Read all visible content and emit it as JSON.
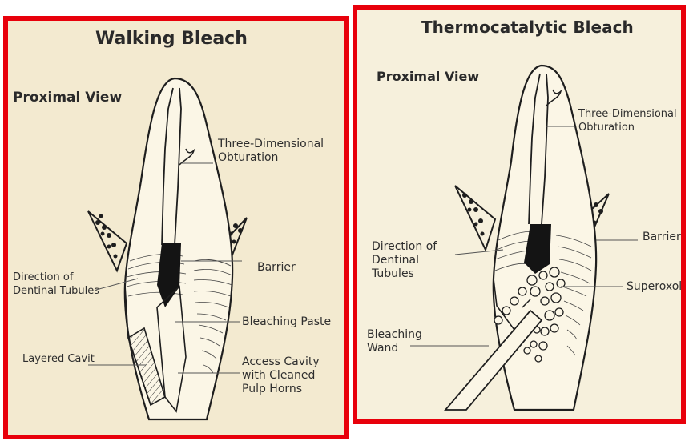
{
  "panels": [
    {
      "title": "Walking Bleach",
      "view": "Proximal View",
      "labels": {
        "obturation": "Three-Dimensional Obturation",
        "tubules": "Direction of Dentinal Tubules",
        "barrier": "Barrier",
        "paste": "Bleaching Paste",
        "cavit": "Layered Cavit",
        "access": "Access Cavity with Cleaned Pulp Horns"
      }
    },
    {
      "title": "Thermocatalytic Bleach",
      "view": "Proximal View",
      "labels": {
        "obturation": "Three-Dimensional Obturation",
        "tubules": "Direction of Dentinal Tubules",
        "barrier": "Barrier",
        "superoxol": "Superoxol",
        "wand": "Bleaching Wand"
      }
    }
  ],
  "colors": {
    "border": "#e8000b",
    "ink": "#1e1e1e"
  }
}
